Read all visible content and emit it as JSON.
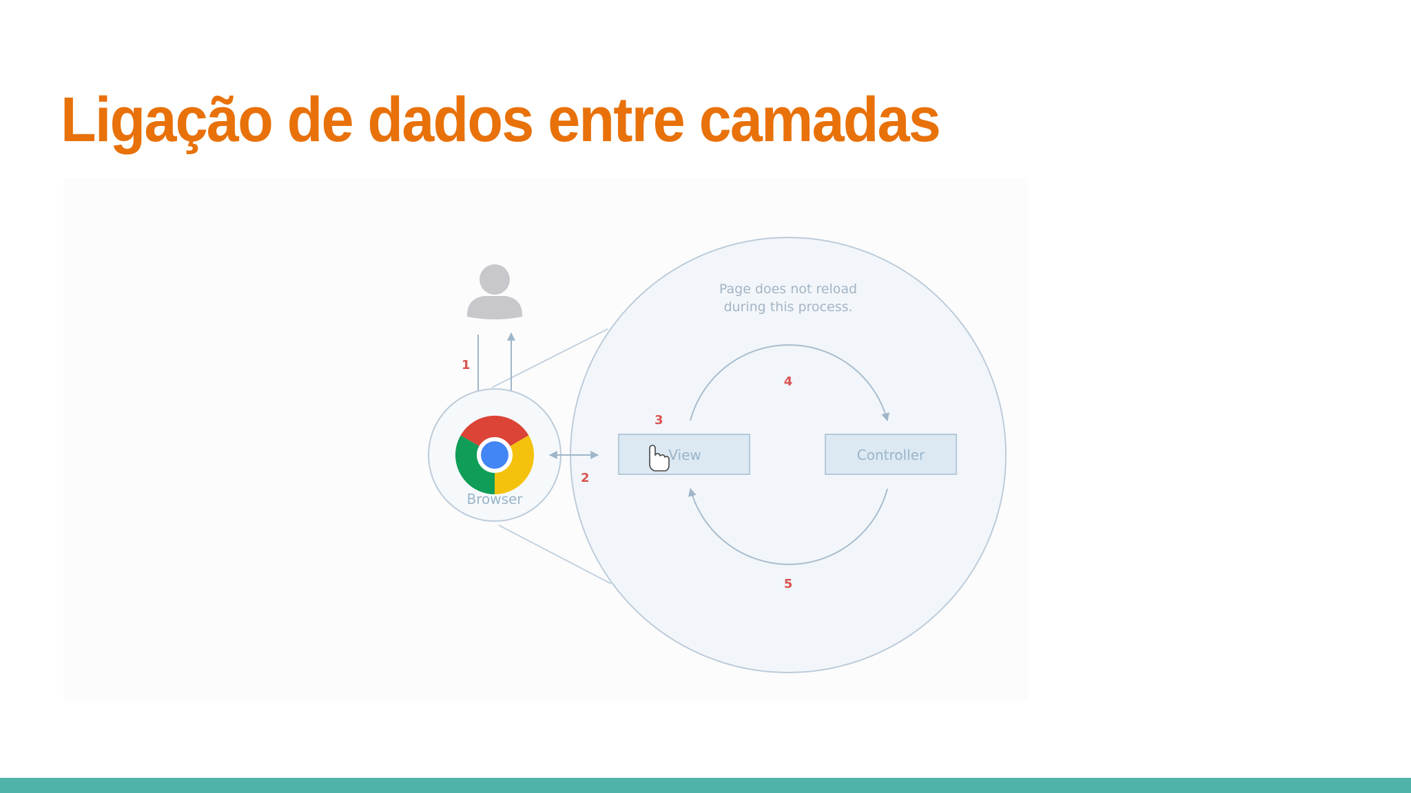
{
  "title": "Ligação de dados entre camadas",
  "diagram": {
    "caption_line1": "Page does not reload",
    "caption_line2": "during this process.",
    "browser_label": "Browser",
    "view_label": "View",
    "controller_label": "Controller",
    "step_labels": [
      "1",
      "2",
      "3",
      "4",
      "5"
    ],
    "icons": [
      "user-icon",
      "chrome-icon",
      "hand-pointer-icon"
    ]
  },
  "colors": {
    "title": "#e8710a",
    "bottom_bar": "#4fb3a9",
    "step_numbers": "#d9534f",
    "lines": "#b9c9d8",
    "box_fill": "#dce9f3",
    "labels": "#9ab4c8"
  }
}
